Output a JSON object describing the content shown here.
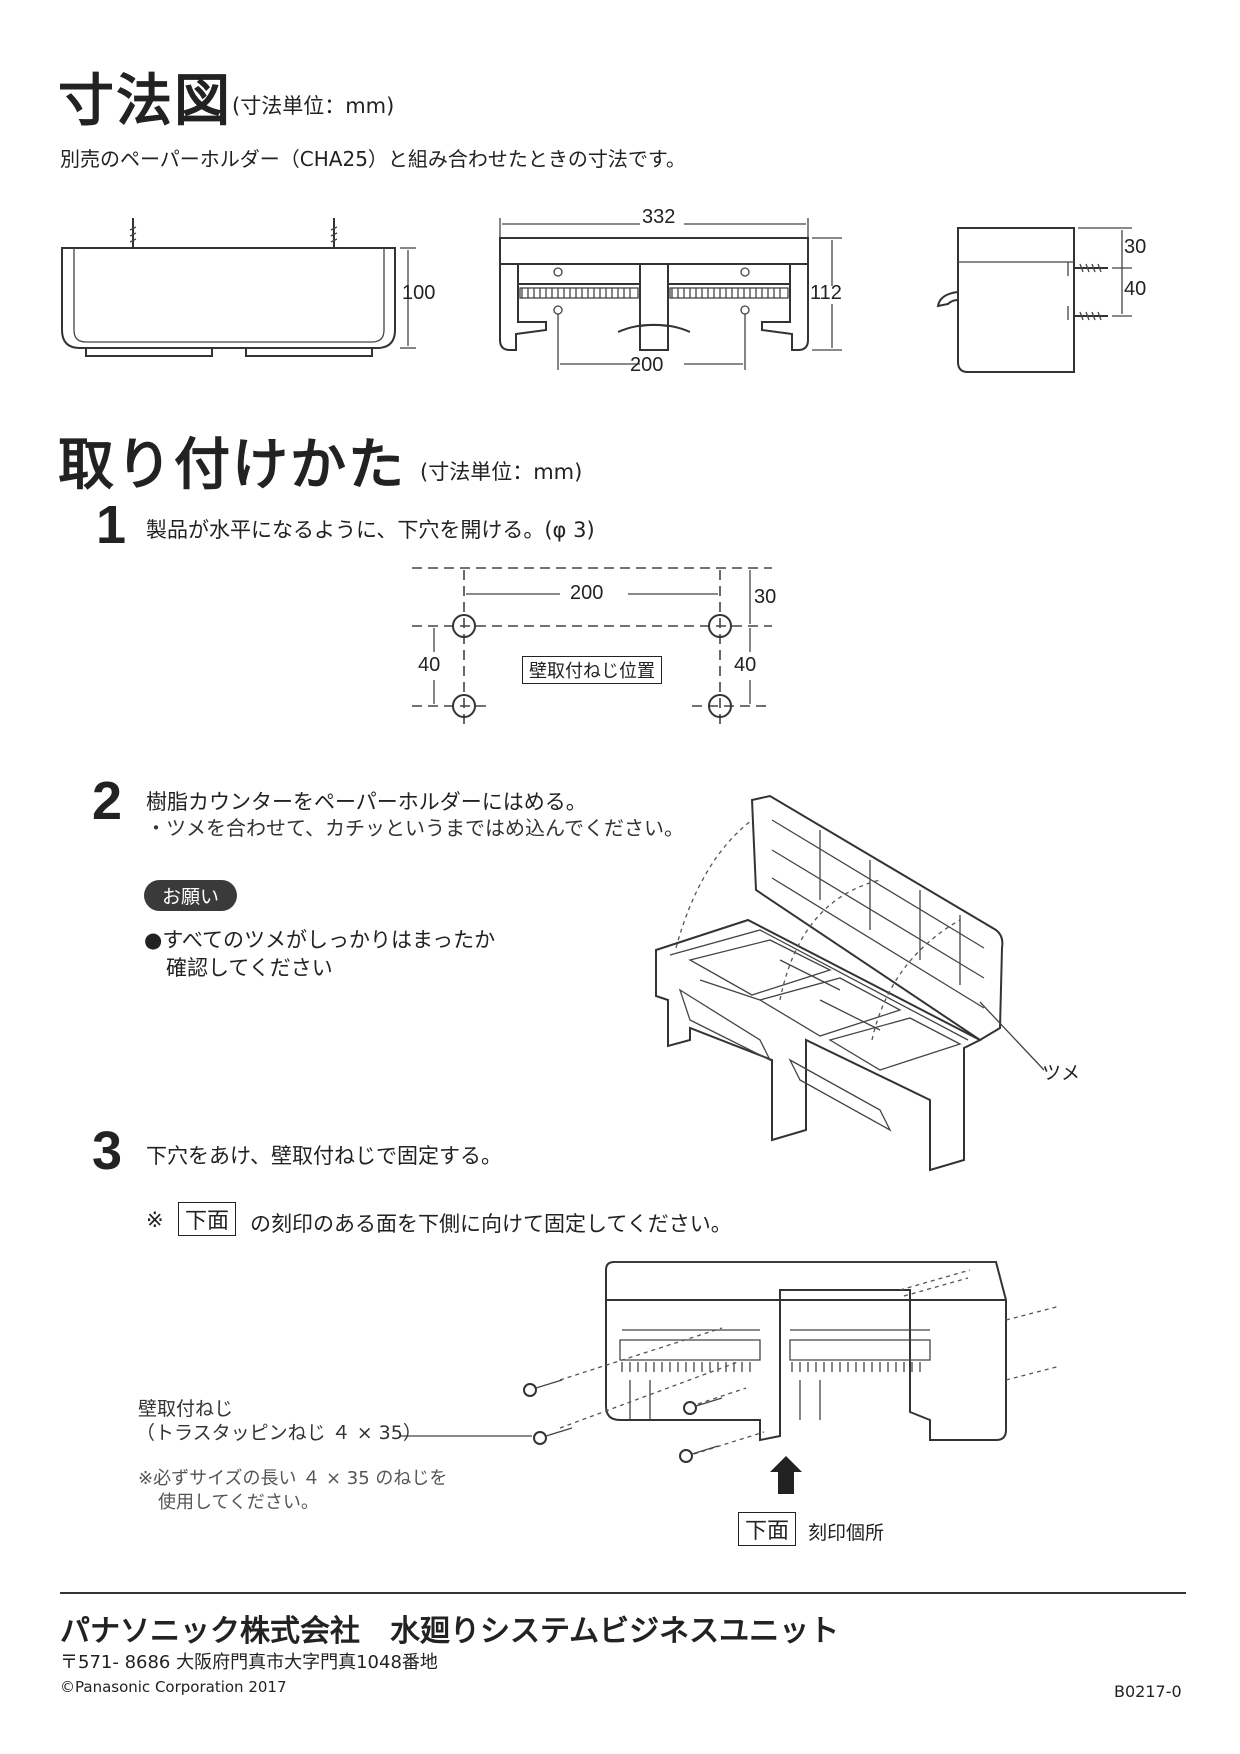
{
  "section1": {
    "title": "寸法図",
    "unit": "(寸法単位：mm)",
    "lead": "別売のペーパーホルダー（CHA25）と組み合わせたときの寸法です。"
  },
  "dims": {
    "d100": "100",
    "d332": "332",
    "d112": "112",
    "d200": "200",
    "d30": "30",
    "d40": "40"
  },
  "section2": {
    "title": "取り付けかた",
    "unit": "(寸法単位：mm)"
  },
  "step1": {
    "num": "1",
    "text": "製品が水平になるように、下穴を開ける。(φ 3)",
    "label": "壁取付ねじ位置",
    "d200": "200",
    "d30": "30",
    "d40a": "40",
    "d40b": "40"
  },
  "step2": {
    "num": "2",
    "text": "樹脂カウンターをペーパーホルダーにはめる。",
    "sub": "・ツメを合わせて、カチッというまではめ込んでください。",
    "badge": "お願い",
    "note1": "●すべてのツメがしっかりはまったか",
    "note2": "確認してください",
    "tsume": "ツメ"
  },
  "step3": {
    "num": "3",
    "text": "下穴をあけ、壁取付ねじで固定する。",
    "mark": "※",
    "stamp": "下面",
    "notice": "の刻印のある面を下側に向けて固定してください。",
    "screw1": "壁取付ねじ",
    "screw2": "（トラスタッピンねじ ４ × 35）",
    "warn1": "※必ずサイズの長い ４ × 35 のねじを",
    "warn2": "使用してください。",
    "stamp2": "下面",
    "stamp_loc": "刻印個所"
  },
  "footer": {
    "company": "パナソニック株式会社　水廻りシステムビジネスユニット",
    "address": "〒571- 8686 大阪府門真市大字門真1048番地",
    "copyright": "©Panasonic Corporation 2017",
    "code": "B0217-0"
  }
}
